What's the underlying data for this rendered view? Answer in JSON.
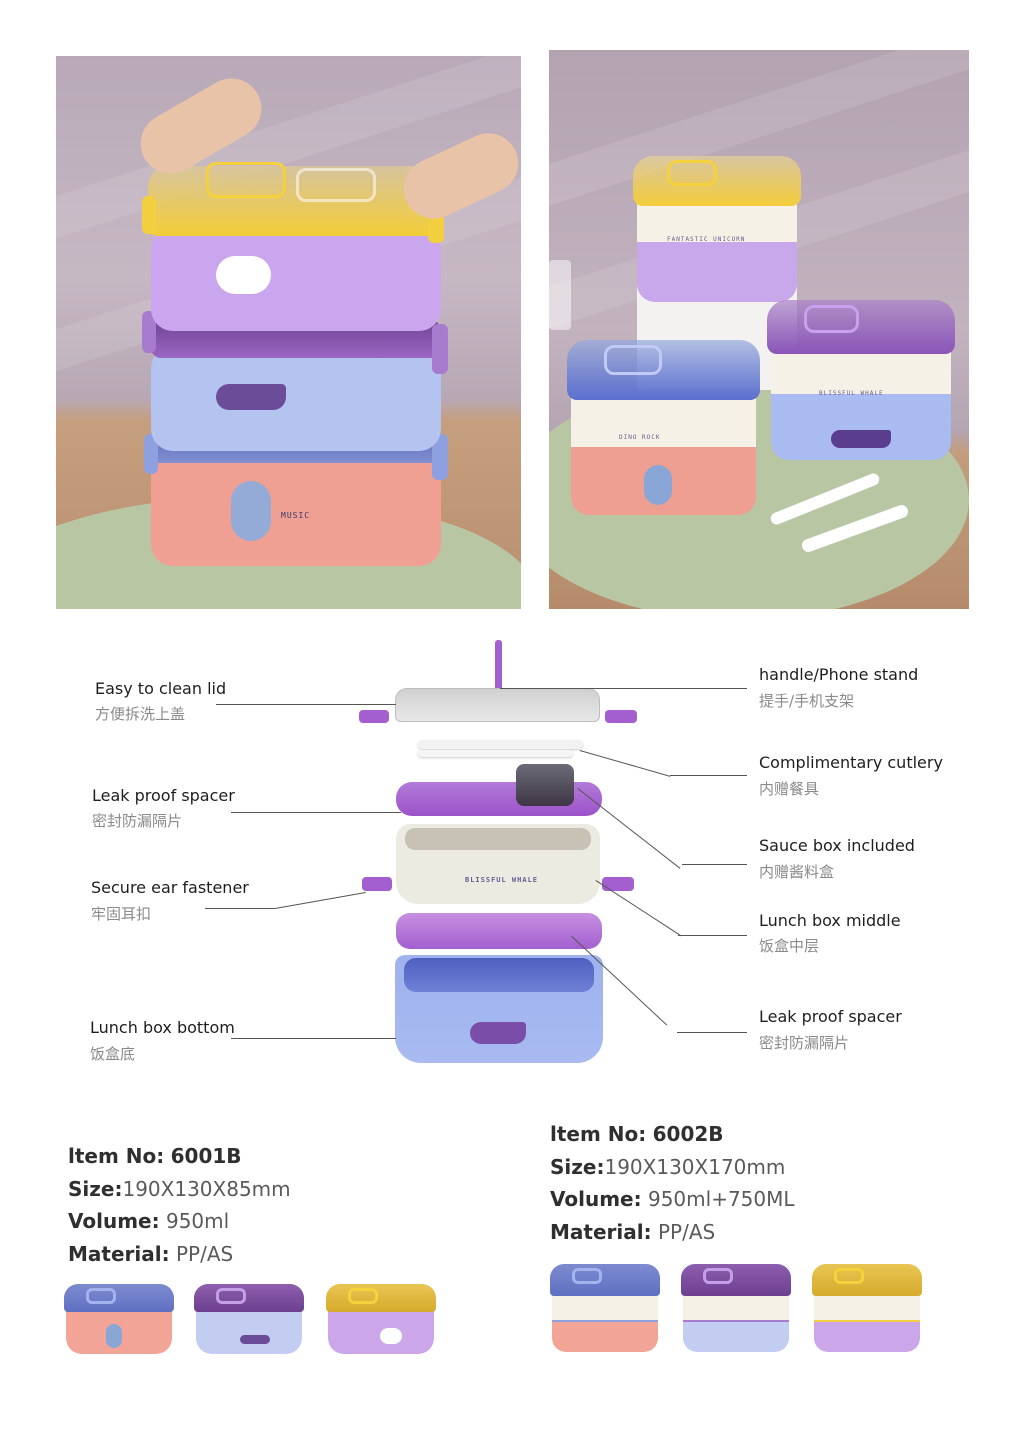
{
  "photos": {
    "left": {
      "alt": "Three stacked single-layer lunch boxes (yellow-purple unicorn, purple-blue whale, blue-pink dinosaur) held by hands",
      "decal_text": "MUSIC"
    },
    "right": {
      "alt": "Three double-layer lunch boxes on a table with fork and spoon",
      "print_labels": [
        "FANTASTIC UNICORN",
        "BLISSFUL WHALE",
        "DINO ROCK"
      ]
    }
  },
  "diagram": {
    "center_print_label": "BLISSFUL WHALE",
    "callouts_left": [
      {
        "en": "Easy to clean lid",
        "zh": "方便拆洗上盖"
      },
      {
        "en": "Leak proof spacer",
        "zh": "密封防漏隔片"
      },
      {
        "en": "Secure ear fastener",
        "zh": "牢固耳扣"
      },
      {
        "en": "Lunch box bottom",
        "zh": "饭盒底"
      }
    ],
    "callouts_right": [
      {
        "en": "handle/Phone stand",
        "zh": "提手/手机支架"
      },
      {
        "en": "Complimentary cutlery",
        "zh": "内赠餐具"
      },
      {
        "en": "Sauce box included",
        "zh": "内赠酱料盒"
      },
      {
        "en": "Lunch box middle",
        "zh": "饭盒中层"
      },
      {
        "en": "Leak proof spacer",
        "zh": "密封防漏隔片"
      }
    ]
  },
  "products": [
    {
      "item_label": "ltem No:",
      "item_no": "6001B",
      "size_label": "Size:",
      "size": "190X130X85mm",
      "volume_label": "Volume:",
      "volume": "950ml",
      "material_label": "Material:",
      "material": "PP/AS",
      "variants": [
        {
          "name": "blue-lid pink dinosaur",
          "lid": "#7f8fd0",
          "body": "#f2a596",
          "accent": "#8ea0e0"
        },
        {
          "name": "purple-lid blue whale",
          "lid": "#8a5ea8",
          "body": "#c3cdf2",
          "accent": "#a77ccf"
        },
        {
          "name": "yellow-lid purple unicorn",
          "lid": "#e4be3e",
          "body": "#cba7ea",
          "accent": "#f2cf3f"
        }
      ]
    },
    {
      "item_label": "ltem No:",
      "item_no": "6002B",
      "size_label": "Size:",
      "size": "190X130X170mm",
      "volume_label": "Volume:",
      "volume": "950ml+750ML",
      "material_label": "Material:",
      "material": "PP/AS",
      "variants": [
        {
          "name": "blue-lid dino rock",
          "lid": "#7f8fd0",
          "mid": "#f6f1e6",
          "body": "#f2a596"
        },
        {
          "name": "purple-lid blissful whale",
          "lid": "#8a5ea8",
          "mid": "#f6f1e6",
          "body": "#c3cdf2"
        },
        {
          "name": "yellow-lid fantastic unicorn",
          "lid": "#e4be3e",
          "mid": "#f6f1e6",
          "body": "#cba7ea"
        }
      ]
    }
  ],
  "colors": {
    "purple": "#a35fcf",
    "lavender": "#c9a6ee",
    "blue": "#9fb2ee",
    "pink": "#f2a596",
    "yellow": "#f5d23c",
    "cream": "#f3efe3",
    "mat_green": "#b8c6a4"
  }
}
